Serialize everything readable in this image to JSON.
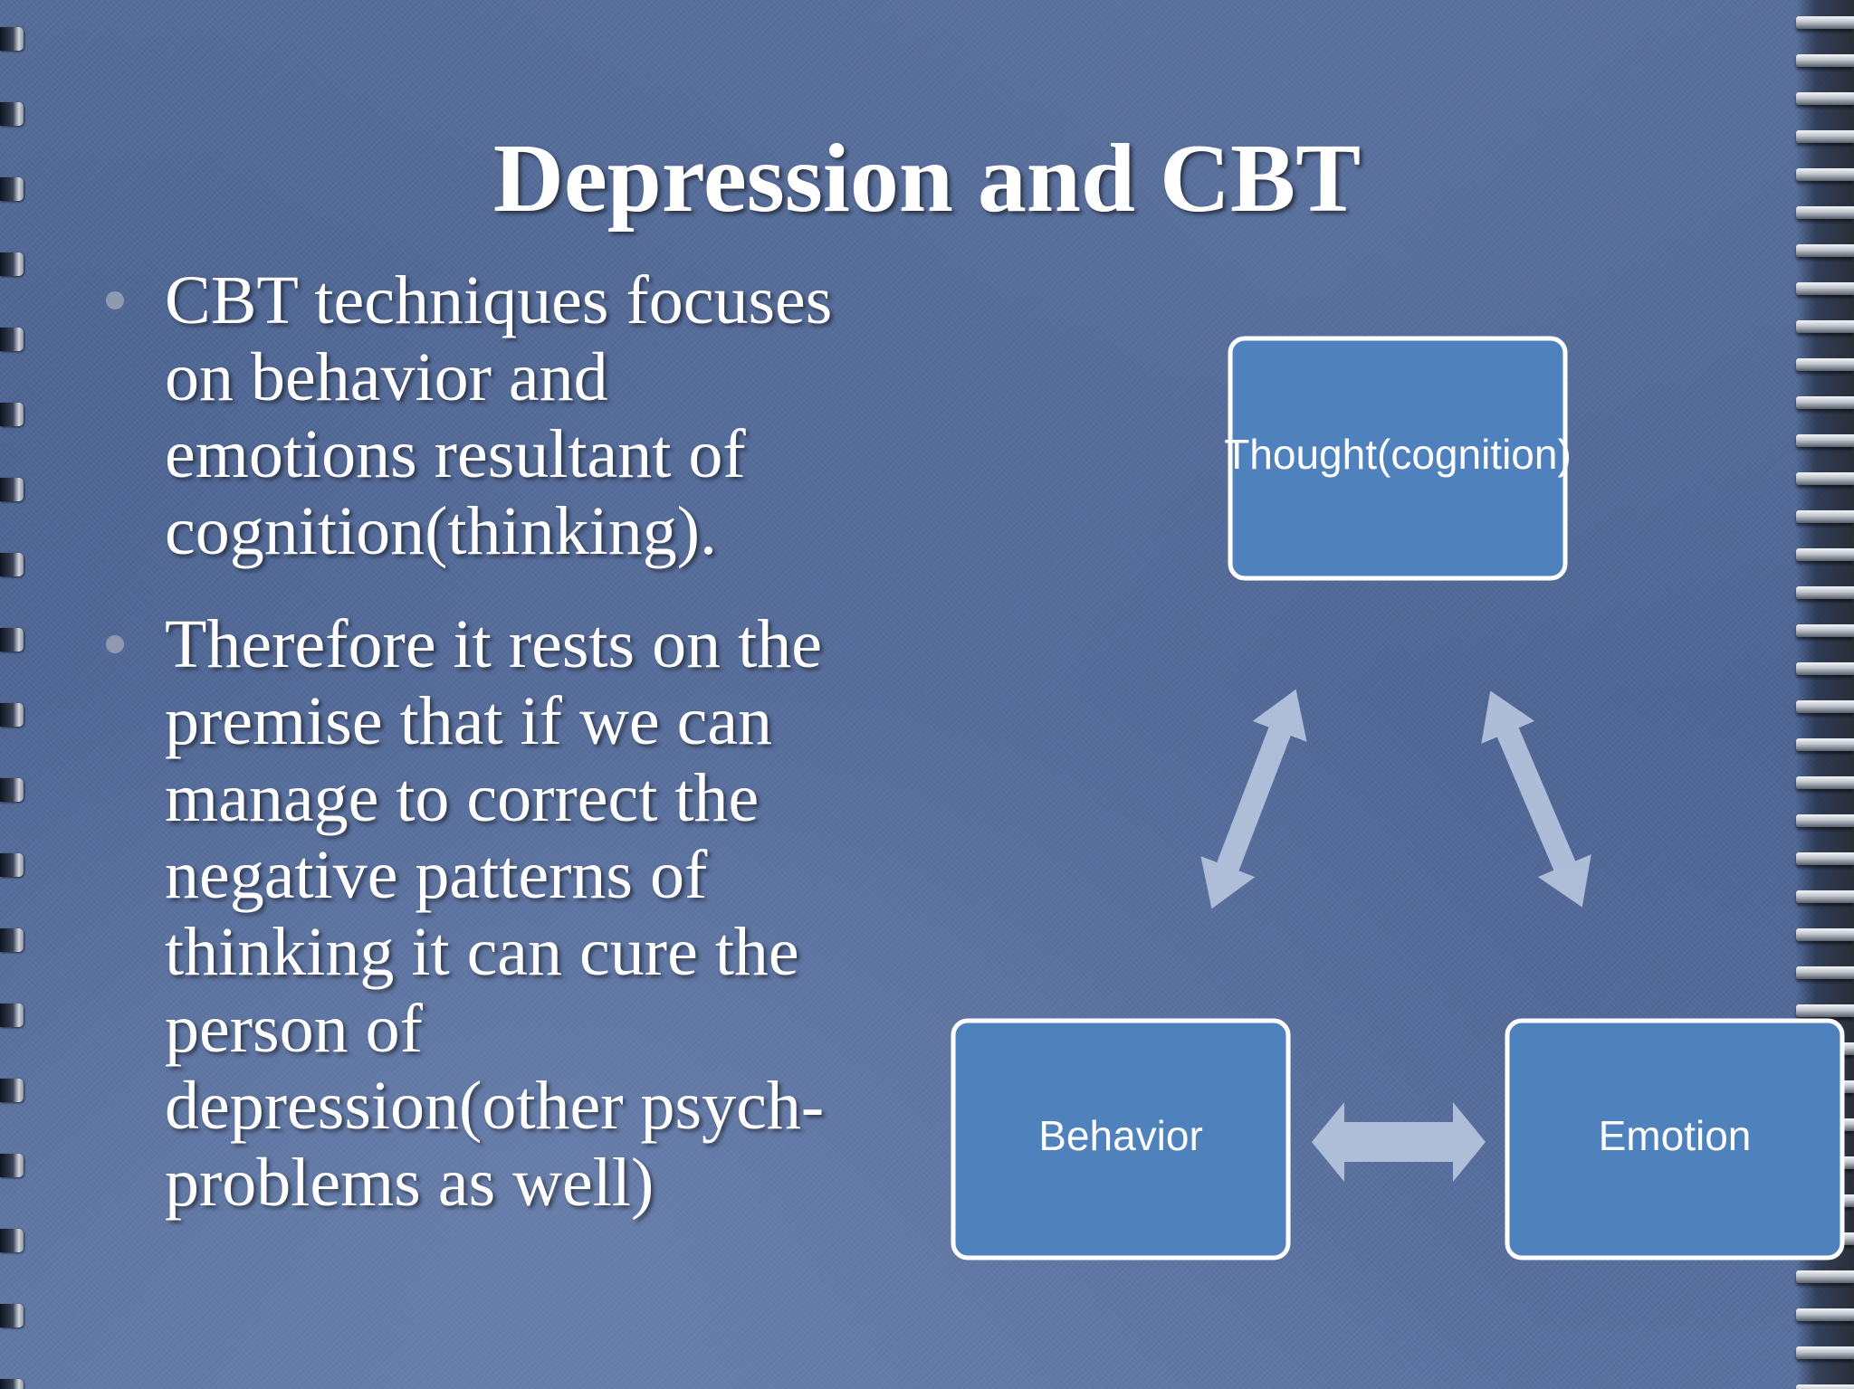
{
  "slide": {
    "title": "Depression and CBT",
    "bullets": [
      {
        "lines": [
          "CBT techniques focuses",
          "on behavior and",
          "emotions resultant of",
          "cognition(thinking)."
        ]
      },
      {
        "lines": [
          "Therefore it rests on the",
          "premise that if we can",
          "manage to correct the",
          "negative patterns of",
          "thinking it can cure the",
          "person of",
          "depression(other psych-",
          "problems as well)"
        ]
      }
    ]
  },
  "diagram": {
    "nodes": {
      "thought": "Thought(cognition)",
      "behavior": "Behavior",
      "emotion": "Emotion"
    },
    "colors": {
      "box_fill": "#4f81bd",
      "box_border": "#ffffff",
      "arrow": "#b8c6de"
    }
  }
}
